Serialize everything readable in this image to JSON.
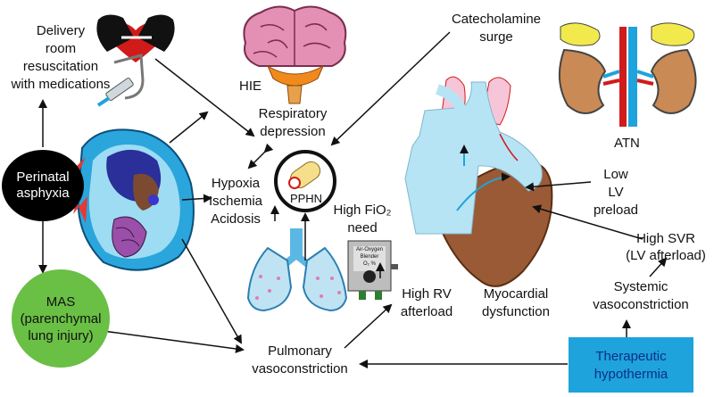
{
  "nodes": {
    "perinatal_asphyxia": [
      "Perinatal",
      "asphyxia"
    ],
    "delivery_room": [
      "Delivery",
      "room",
      "resuscitation",
      "with medications"
    ],
    "hie": "HIE",
    "respiratory_depression": [
      "Respiratory",
      "depression"
    ],
    "catecholamine_surge": [
      "Catecholamine",
      "surge"
    ],
    "atn": "ATN",
    "hypoxia": [
      "Hypoxia",
      "Ischemia",
      "Acidosis"
    ],
    "pphn": "PPHN",
    "high_fio2": [
      "High FiO₂",
      "need"
    ],
    "low_lv_preload": [
      "Low",
      "LV",
      "preload"
    ],
    "high_svr": [
      "High SVR",
      "(LV afterload)"
    ],
    "systemic_vasoconstriction": [
      "Systemic",
      "vasoconstriction"
    ],
    "high_rv_afterload": [
      "High RV",
      "afterload"
    ],
    "myocardial_dysfunction": [
      "Myocardial",
      "dysfunction"
    ],
    "mas": [
      "MAS",
      "(parenchymal",
      "lung injury)"
    ],
    "pulmonary_vasoconstriction": [
      "Pulmonary",
      "vasoconstriction"
    ],
    "therapeutic_hypothermia": [
      "Therapeutic",
      "hypothermia"
    ]
  },
  "blender_label": [
    "Air-Oxygen",
    "Blender",
    "O₂ %"
  ],
  "colors": {
    "asphyxia_oval": "#000000",
    "mas_circle": "#6abf45",
    "hypothermia_box": "#1ea3dc",
    "hypothermia_text": "#0d2e8a",
    "brain": "#e48fb4",
    "kidney": "#c98a56",
    "adrenal": "#f2ea4c",
    "heart_muscle": "#9a5a35",
    "vessels": "#b7e4f4",
    "uterus": "#2aa6dc"
  }
}
